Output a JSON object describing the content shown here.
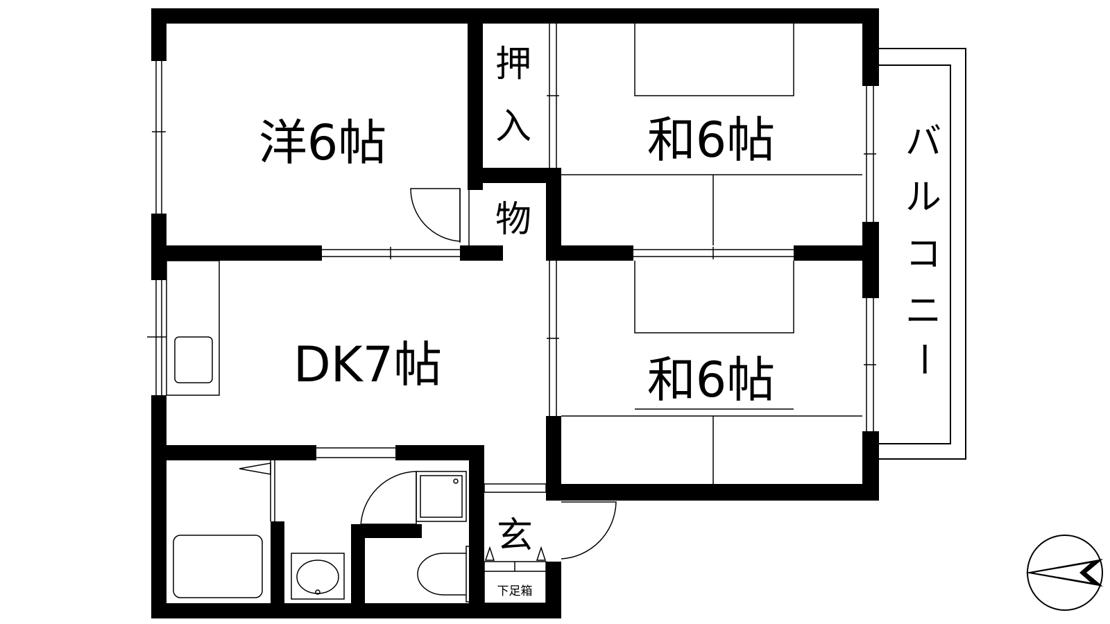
{
  "rooms": {
    "western_room": "洋6帖",
    "japanese_room_upper": "和6帖",
    "japanese_room_lower": "和6帖",
    "dining_kitchen": "DK7帖",
    "closet_top": "押",
    "closet_bottom": "入",
    "storage": "物",
    "entrance": "玄",
    "shoe_cabinet": "下足箱"
  },
  "balcony": {
    "chars": [
      "バ",
      "ル",
      "コ",
      "ニ",
      "ー"
    ]
  },
  "colors": {
    "wall": "#000000",
    "background": "#ffffff"
  }
}
